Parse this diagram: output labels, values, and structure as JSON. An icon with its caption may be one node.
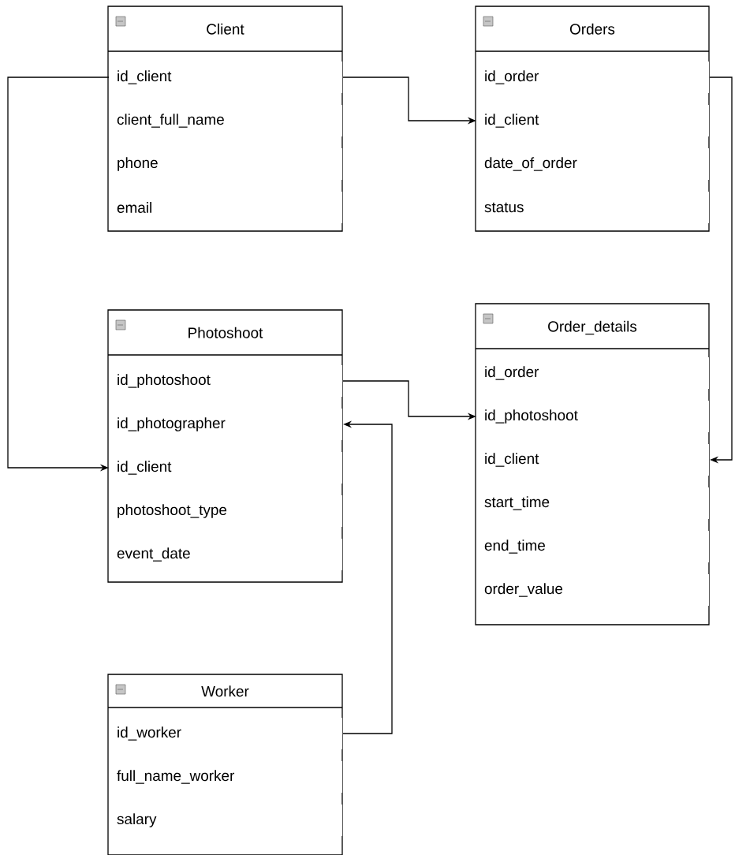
{
  "diagram": {
    "nodes": [
      {
        "text": [
          "Client"
        ]
      },
      {
        "text": [
          "id_client"
        ],
        "in": 0
      },
      {
        "text": [
          "client_full_name"
        ],
        "in": 0
      },
      {
        "text": [
          "phone"
        ],
        "in": 0
      },
      {
        "text": [
          "email"
        ],
        "in": 0
      },
      {
        "text": [
          "Orders"
        ]
      },
      {
        "text": [
          "id_order"
        ],
        "in": 5
      },
      {
        "text": [
          "id_client"
        ],
        "in": 5
      },
      {
        "text": [
          "date_of_order"
        ],
        "in": 5
      },
      {
        "text": [
          "status"
        ],
        "in": 5
      },
      {
        "text": [
          "Photoshoot"
        ]
      },
      {
        "text": [
          "id_photoshoot"
        ],
        "in": 10
      },
      {
        "text": [
          "id_photographer"
        ],
        "in": 10
      },
      {
        "text": [
          "id_client"
        ],
        "in": 10
      },
      {
        "text": [
          "photoshoot_type"
        ],
        "in": 10
      },
      {
        "text": [
          "event_date"
        ],
        "in": 10
      },
      {
        "text": [
          "Order_details"
        ]
      },
      {
        "text": [
          "id_order"
        ],
        "in": 16
      },
      {
        "text": [
          "id_photoshoot"
        ],
        "in": 16
      },
      {
        "text": [
          "id_client"
        ],
        "in": 16
      },
      {
        "text": [
          "start_time"
        ],
        "in": 16
      },
      {
        "text": [
          "end_time"
        ],
        "in": 16
      },
      {
        "text": [
          "order_value"
        ],
        "in": 16
      },
      {
        "text": [
          "Worker"
        ]
      },
      {
        "text": [
          "id_worker"
        ],
        "in": 23
      },
      {
        "text": [
          "full_name_worker"
        ],
        "in": 23
      },
      {
        "text": [
          "salary"
        ],
        "in": 23
      }
    ],
    "edges": [
      {
        "from": 1,
        "to": 7,
        "arrow": "to"
      },
      {
        "from": 1,
        "to": 13,
        "arrow": "to"
      },
      {
        "from": 11,
        "to": 18,
        "arrow": "to"
      },
      {
        "from": 24,
        "to": 12,
        "arrow": "to"
      },
      {
        "from": 6,
        "to": 19,
        "arrow": "to"
      }
    ]
  }
}
